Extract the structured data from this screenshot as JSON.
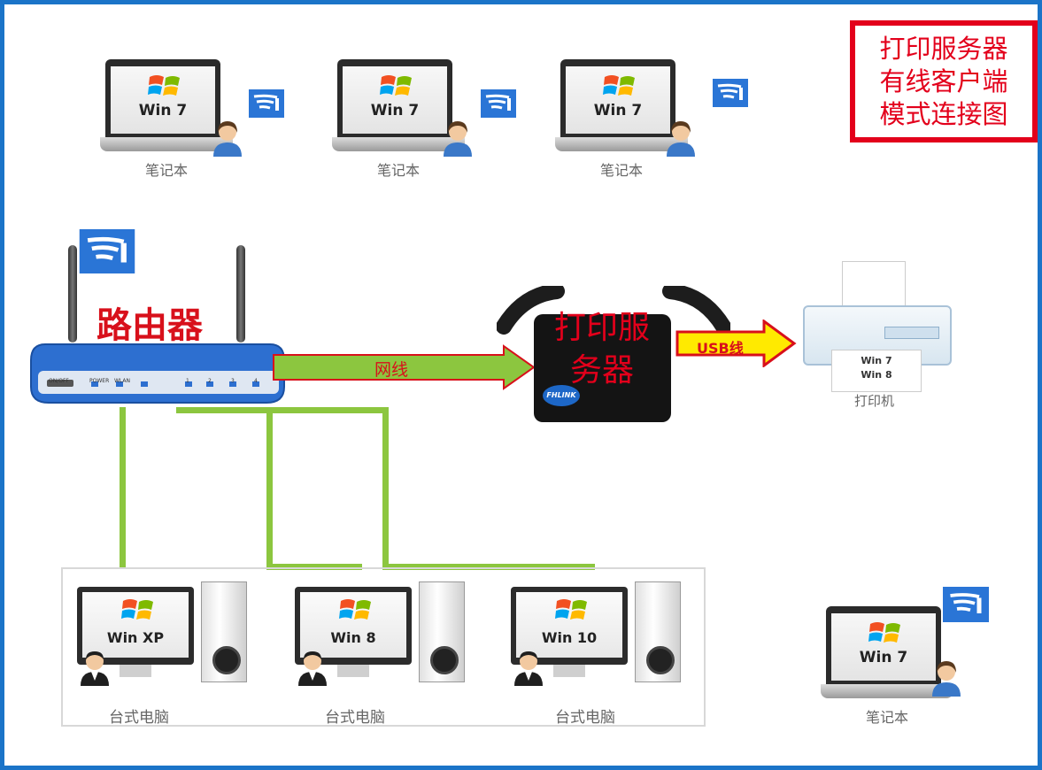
{
  "title": {
    "line1": "打印服务器",
    "line2": "有线客户端",
    "line3": "模式连接图"
  },
  "laptops": [
    {
      "os": "Win 7",
      "caption": "笔记本"
    },
    {
      "os": "Win 7",
      "caption": "笔记本"
    },
    {
      "os": "Win 7",
      "caption": "笔记本"
    },
    {
      "os": "Win 7",
      "caption": "笔记本"
    }
  ],
  "desktops": [
    {
      "os": "Win XP",
      "caption": "台式电脑"
    },
    {
      "os": "Win 8",
      "caption": "台式电脑"
    },
    {
      "os": "Win 10",
      "caption": "台式电脑"
    }
  ],
  "router": {
    "label": "路由器",
    "panel_labels": {
      "onoff": "ON/OFF",
      "power": "POWER",
      "wlan": "WLAN",
      "p1": "1",
      "p2": "2",
      "p3": "3",
      "p4": "4"
    }
  },
  "links": {
    "ethernet": "网线",
    "usb": "USB线"
  },
  "print_server": {
    "label_line1": "打印服",
    "label_line2": "务器",
    "brand": "FHLINK"
  },
  "printer": {
    "caption": "打印机",
    "paper_line1": "Win 7",
    "paper_line2": "Win 8"
  },
  "colors": {
    "border": "#1b74c8",
    "title_red": "#e3001b",
    "cable_green": "#8cc63f",
    "usb_yellow": "#ffea00",
    "wifi_blue": "#2a75d6"
  }
}
